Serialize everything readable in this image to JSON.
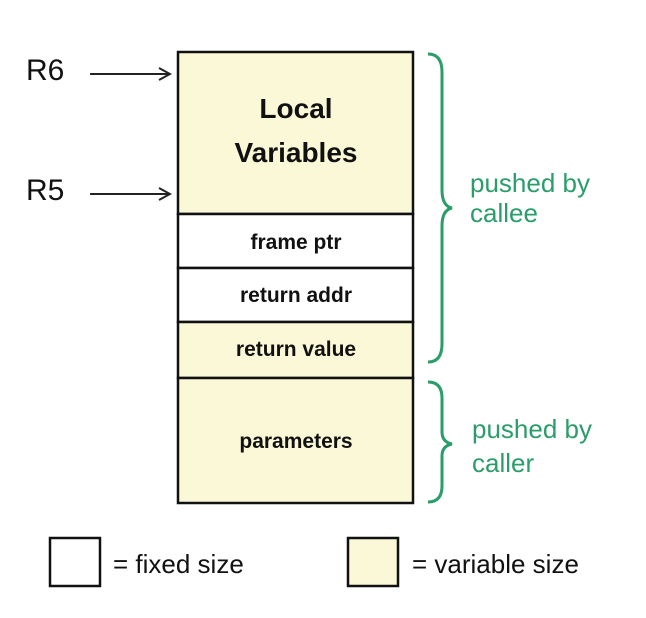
{
  "colors": {
    "variable_fill": "#fbf8d8",
    "fixed_fill": "#ffffff",
    "border": "#111111",
    "brace": "#2a9d6a",
    "arrow": "#222222"
  },
  "stack": {
    "local_variables": {
      "line1": "Local",
      "line2": "Variables",
      "size": "variable"
    },
    "frame_ptr": {
      "label": "frame ptr",
      "size": "fixed"
    },
    "return_addr": {
      "label": "return addr",
      "size": "fixed"
    },
    "return_value": {
      "label": "return value",
      "size": "variable"
    },
    "parameters": {
      "label": "parameters",
      "size": "variable"
    }
  },
  "pointers": {
    "r6": "R6",
    "r5": "R5"
  },
  "braces": {
    "callee": {
      "line1": "pushed by",
      "line2": "callee"
    },
    "caller": {
      "line1": "pushed by",
      "line2": "caller"
    }
  },
  "legend": {
    "fixed": "= fixed size",
    "variable": "= variable size"
  }
}
